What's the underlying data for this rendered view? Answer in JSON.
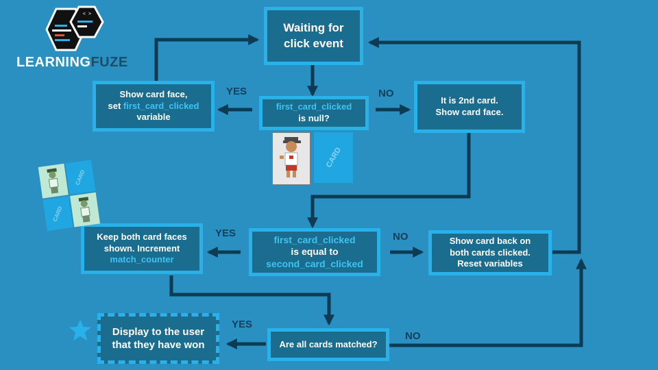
{
  "logo": {
    "brand_part1": "LEARNING",
    "brand_part2": "FUZE",
    "icon_symbol": "< >"
  },
  "nodes": {
    "waiting": {
      "line1": "Waiting for",
      "line2": "click event"
    },
    "show_face": {
      "line1": "Show card face,",
      "line2_prefix": "set ",
      "line2_code": "first_card_clicked",
      "line3": "variable"
    },
    "null_check": {
      "code": "first_card_clicked",
      "text": "is null?"
    },
    "second_card": {
      "line1": "It is 2nd card.",
      "line2": "Show card face."
    },
    "equal_check": {
      "code1": "first_card_clicked",
      "text": "is equal to",
      "code2": "second_card_clicked"
    },
    "keep_faces": {
      "line1": "Keep both card faces",
      "line2": "shown. Increment",
      "code": "match_counter"
    },
    "show_back": {
      "line1": "Show card back on",
      "line2": "both cards clicked.",
      "line3": "Reset variables"
    },
    "all_matched": {
      "text": "Are all cards matched?"
    },
    "display_won": {
      "line1": "Display to the user",
      "line2": "that they have won"
    }
  },
  "edge_labels": {
    "yes_top": "YES",
    "no_top": "NO",
    "yes_mid": "YES",
    "no_mid": "NO",
    "yes_bottom": "YES",
    "no_bottom": "NO"
  },
  "cards": {
    "back_label": "CARD"
  },
  "colors": {
    "background": "#2a8fc1",
    "node_fill": "#1a6d8e",
    "node_border": "#29b1ea",
    "arrow": "#0e3b54",
    "code_text": "#3ec3f5"
  }
}
